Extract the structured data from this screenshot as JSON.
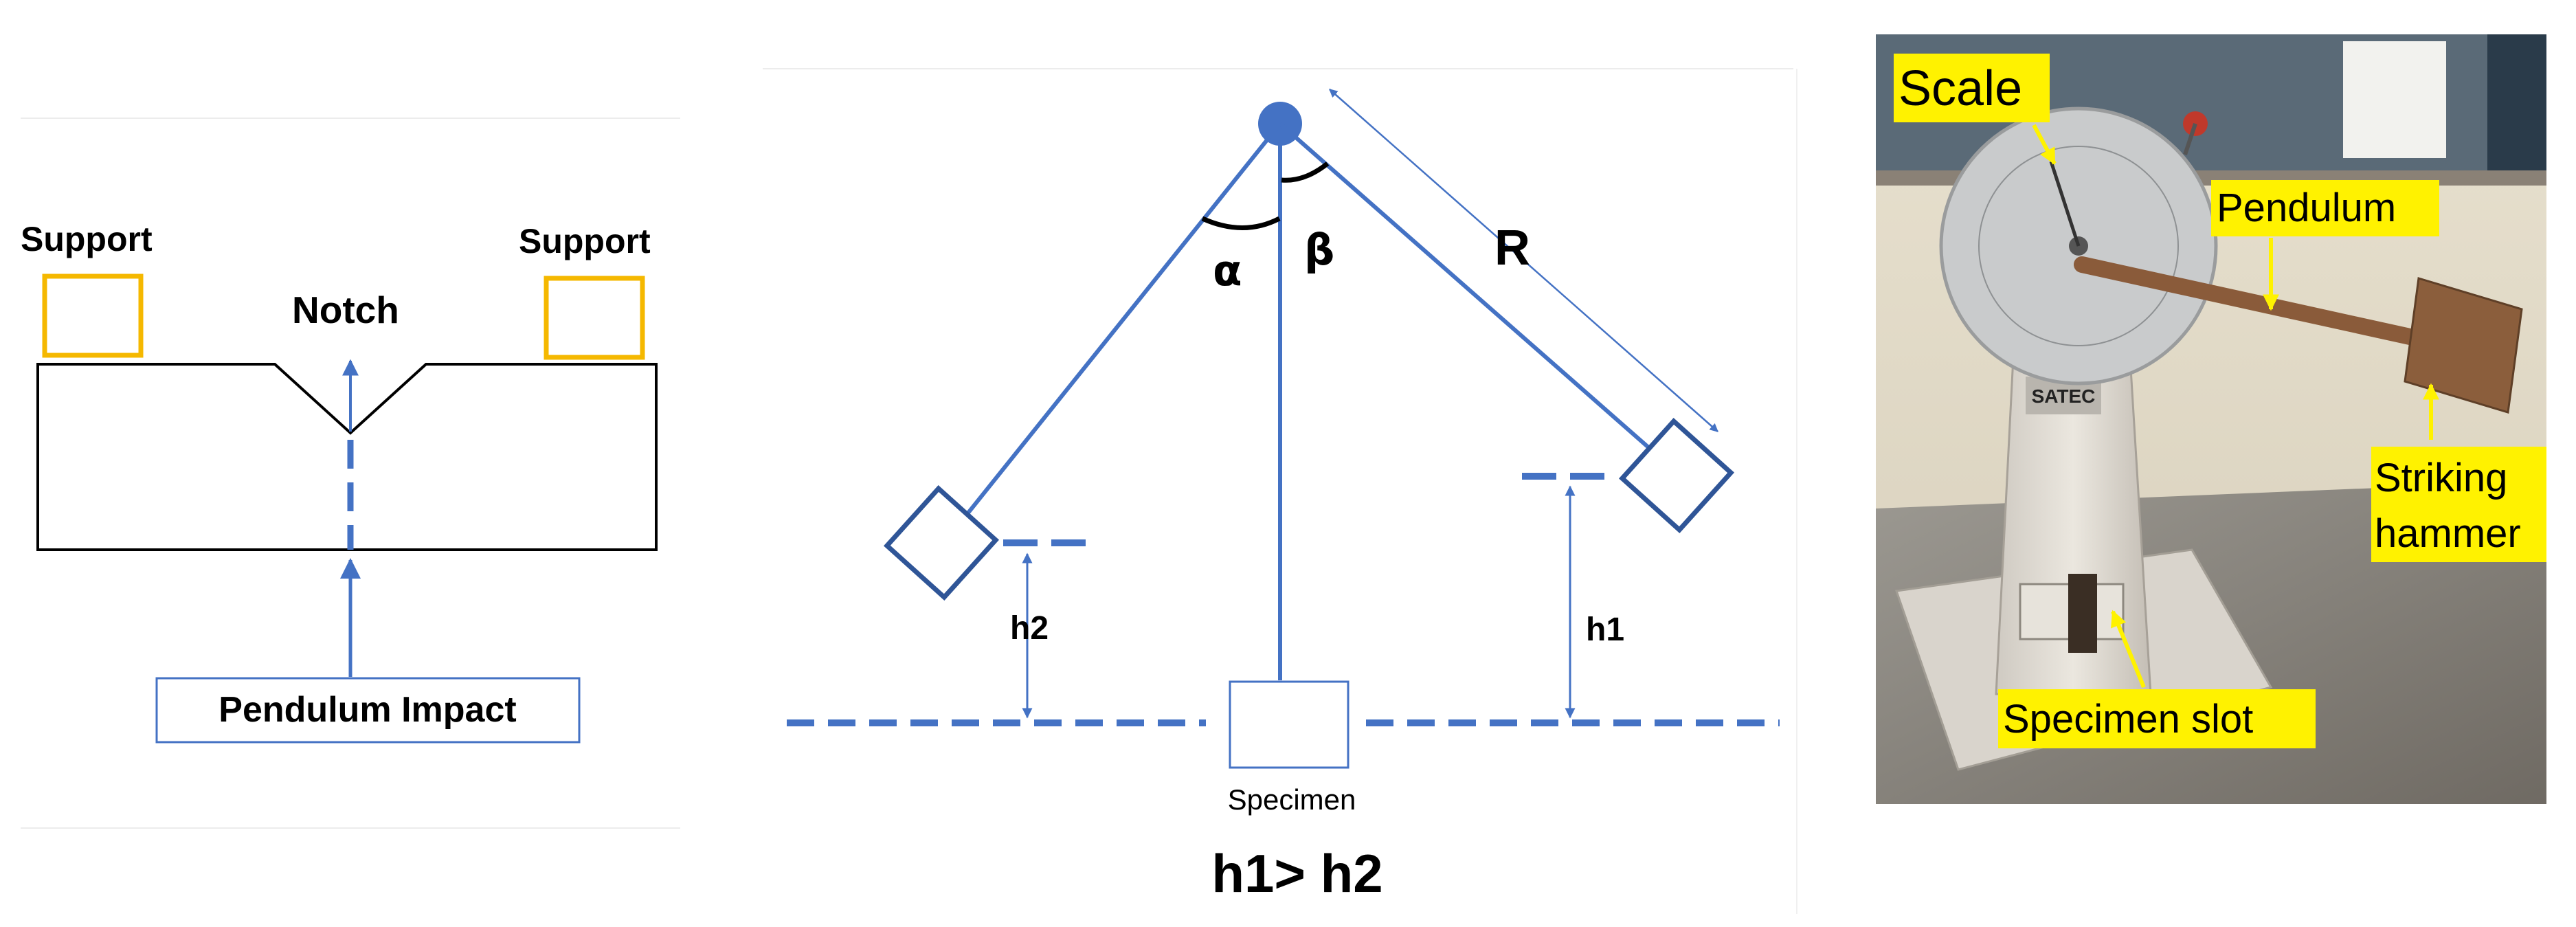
{
  "notch_panel": {
    "support_left": "Support",
    "support_right": "Support",
    "notch": "Notch",
    "pendulum_impact": "Pendulum Impact"
  },
  "pendulum_panel": {
    "alpha": "α",
    "beta": "β",
    "radius": "R",
    "h2": "h2",
    "h1": "h1",
    "specimen": "Specimen",
    "relation": "h1> h2"
  },
  "photo_panel": {
    "scale": "Scale",
    "pendulum": "Pendulum",
    "striking_line1": "Striking",
    "hammer_line2": "hammer",
    "specimen_slot": "Specimen slot",
    "machine_brand": "SATEC"
  },
  "colors": {
    "diagram_blue": "#4472C4",
    "support_orange": "#F5B800",
    "callout_yellow": "#FFF200"
  }
}
